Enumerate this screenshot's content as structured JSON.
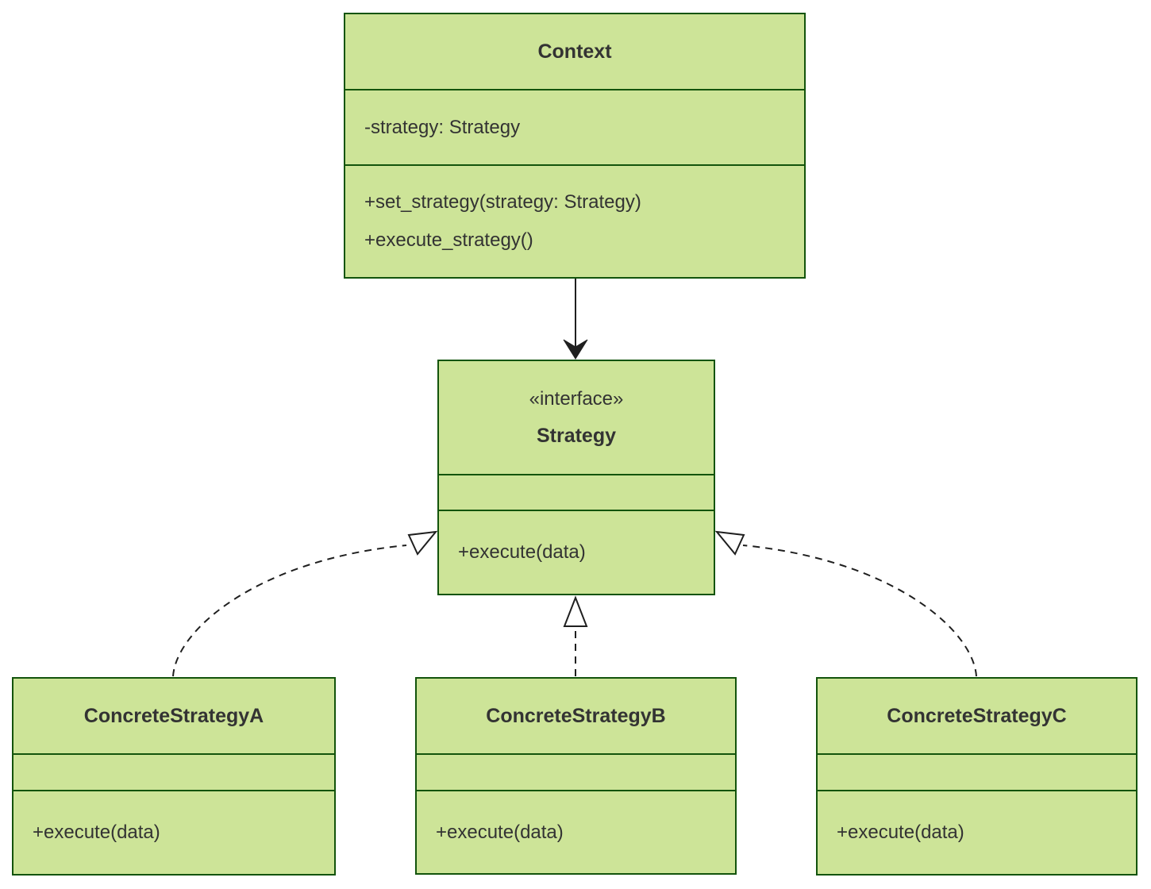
{
  "diagram": {
    "kind": "uml-class-diagram",
    "pattern": "Strategy",
    "colors": {
      "node_fill": "#cde498",
      "node_border": "#13540c",
      "edge_line": "#1f1f1f",
      "text": "#333333",
      "background": "#ffffff"
    },
    "classes": [
      {
        "id": "context",
        "name": "Context",
        "stereotype": "",
        "attributes": [
          "-strategy: Strategy"
        ],
        "methods": [
          "+set_strategy(strategy: Strategy)",
          "+execute_strategy()"
        ]
      },
      {
        "id": "strategy",
        "name": "Strategy",
        "stereotype": "«interface»",
        "attributes": [],
        "methods": [
          "+execute(data)"
        ]
      },
      {
        "id": "concrete-strategy-a",
        "name": "ConcreteStrategyA",
        "stereotype": "",
        "attributes": [],
        "methods": [
          "+execute(data)"
        ]
      },
      {
        "id": "concrete-strategy-b",
        "name": "ConcreteStrategyB",
        "stereotype": "",
        "attributes": [],
        "methods": [
          "+execute(data)"
        ]
      },
      {
        "id": "concrete-strategy-c",
        "name": "ConcreteStrategyC",
        "stereotype": "",
        "attributes": [],
        "methods": [
          "+execute(data)"
        ]
      }
    ],
    "relations": [
      {
        "from": "Context",
        "to": "Strategy",
        "type": "association",
        "line_style": "solid",
        "arrowhead": "filled-vee"
      },
      {
        "from": "ConcreteStrategyA",
        "to": "Strategy",
        "type": "realization",
        "line_style": "dashed",
        "arrowhead": "hollow-triangle"
      },
      {
        "from": "ConcreteStrategyB",
        "to": "Strategy",
        "type": "realization",
        "line_style": "dashed",
        "arrowhead": "hollow-triangle"
      },
      {
        "from": "ConcreteStrategyC",
        "to": "Strategy",
        "type": "realization",
        "line_style": "dashed",
        "arrowhead": "hollow-triangle"
      }
    ]
  }
}
